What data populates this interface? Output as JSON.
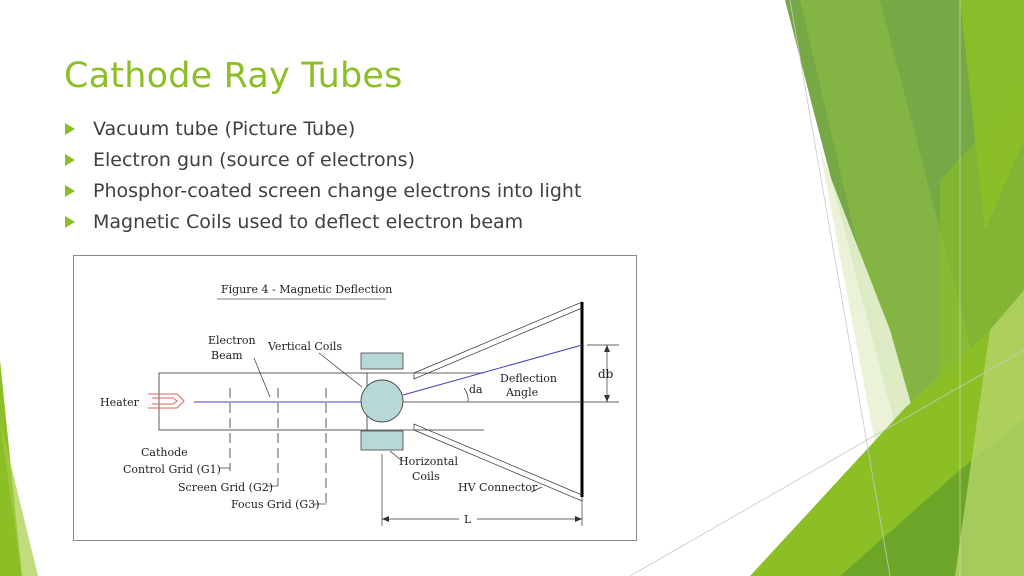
{
  "slide": {
    "title": "Cathode Ray Tubes",
    "bullets": [
      "Vacuum tube (Picture Tube)",
      "Electron gun (source of electrons)",
      "Phosphor-coated screen change electrons into light",
      "Magnetic Coils used to deflect electron beam"
    ]
  },
  "figure": {
    "caption": "Figure 4 - Magnetic Deflection",
    "labels": {
      "electron": "Electron",
      "beam": "Beam",
      "vertical_coils": "Vertical Coils",
      "heater": "Heater",
      "cathode": "Cathode",
      "control_grid": "Control Grid (G1)",
      "screen_grid": "Screen Grid (G2)",
      "focus_grid": "Focus Grid (G3)",
      "horizontal": "Horizontal",
      "coils": "Coils",
      "hv_connector": "HV Connector",
      "deflection": "Deflection",
      "angle": "Angle",
      "da": "da",
      "db": "db",
      "l": "L"
    }
  },
  "colors": {
    "accent": "#8cbf26",
    "text": "#404040",
    "beam": "#4040c0",
    "coil": "#b8d8d8",
    "heater": "#e06060"
  }
}
